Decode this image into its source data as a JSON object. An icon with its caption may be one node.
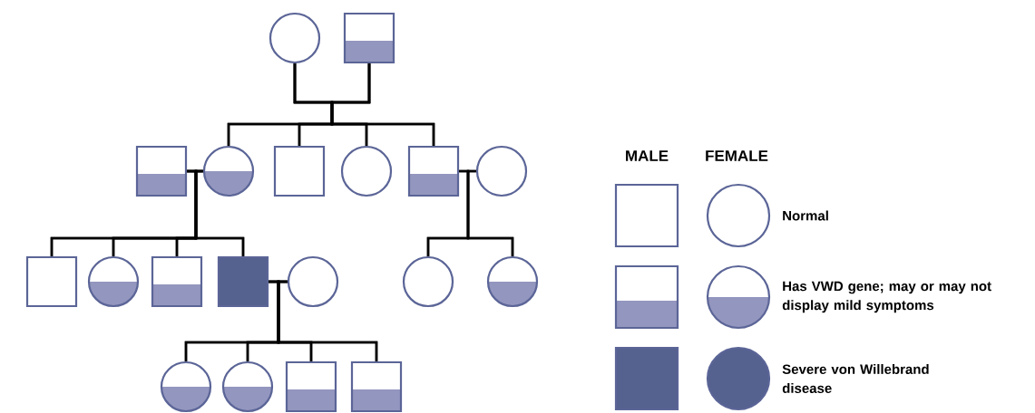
{
  "diagram": {
    "nodes": [
      {
        "text": [],
        "shape": "circle"
      },
      {
        "text": [],
        "shape": "box"
      },
      {
        "text": [],
        "shape": "box"
      },
      {
        "text": [],
        "shape": "circle"
      },
      {
        "text": [],
        "shape": "box"
      },
      {
        "text": [],
        "shape": "circle"
      },
      {
        "text": [],
        "shape": "box"
      },
      {
        "text": [],
        "shape": "circle"
      },
      {
        "text": [],
        "shape": "box"
      },
      {
        "text": [],
        "shape": "circle"
      },
      {
        "text": [],
        "shape": "box"
      },
      {
        "text": [],
        "shape": "box"
      },
      {
        "text": [],
        "shape": "circle"
      },
      {
        "text": [],
        "shape": "circle"
      },
      {
        "text": [],
        "shape": "circle"
      },
      {
        "text": [],
        "shape": "circle"
      },
      {
        "text": [],
        "shape": "circle"
      },
      {
        "text": [],
        "shape": "box"
      },
      {
        "text": [],
        "shape": "box"
      }
    ],
    "edges": [
      {
        "from": 0,
        "to": 3,
        "arrow": "none"
      },
      {
        "from": 0,
        "to": 4,
        "arrow": "none"
      },
      {
        "from": 0,
        "to": 5,
        "arrow": "none"
      },
      {
        "from": 0,
        "to": 6,
        "arrow": "none"
      },
      {
        "from": 1,
        "to": 3,
        "arrow": "none"
      },
      {
        "from": 1,
        "to": 4,
        "arrow": "none"
      },
      {
        "from": 1,
        "to": 5,
        "arrow": "none"
      },
      {
        "from": 1,
        "to": 6,
        "arrow": "none"
      },
      {
        "from": 2,
        "to": 8,
        "arrow": "none"
      },
      {
        "from": 2,
        "to": 9,
        "arrow": "none"
      },
      {
        "from": 2,
        "to": 10,
        "arrow": "none"
      },
      {
        "from": 2,
        "to": 11,
        "arrow": "none"
      },
      {
        "from": 3,
        "to": 8,
        "arrow": "none"
      },
      {
        "from": 3,
        "to": 9,
        "arrow": "none"
      },
      {
        "from": 3,
        "to": 10,
        "arrow": "none"
      },
      {
        "from": 3,
        "to": 11,
        "arrow": "none"
      },
      {
        "from": 6,
        "to": 13,
        "arrow": "none"
      },
      {
        "from": 6,
        "to": 14,
        "arrow": "none"
      },
      {
        "from": 7,
        "to": 13,
        "arrow": "none"
      },
      {
        "from": 7,
        "to": 14,
        "arrow": "none"
      },
      {
        "from": 11,
        "to": 15,
        "arrow": "none"
      },
      {
        "from": 11,
        "to": 16,
        "arrow": "none"
      },
      {
        "from": 11,
        "to": 17,
        "arrow": "none"
      },
      {
        "from": 11,
        "to": 18,
        "arrow": "none"
      },
      {
        "from": 12,
        "to": 15,
        "arrow": "none"
      },
      {
        "from": 12,
        "to": 16,
        "arrow": "none"
      },
      {
        "from": 12,
        "to": 17,
        "arrow": "none"
      },
      {
        "from": 12,
        "to": 18,
        "arrow": "none"
      }
    ],
    "labels": [
      "MALE",
      "FEMALE"
    ],
    "legend": [
      {
        "text": "Normal"
      },
      {
        "text": "Has VWD gene; may or may not display mild symptoms"
      },
      {
        "text": "Severe von Willebrand disease"
      }
    ]
  }
}
